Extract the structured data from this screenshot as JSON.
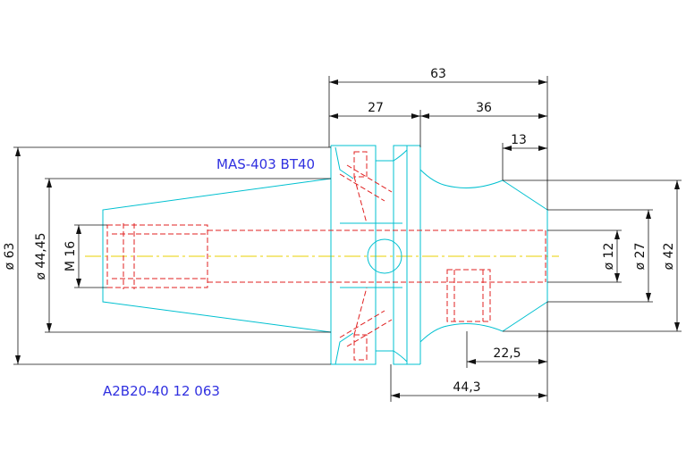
{
  "drawing": {
    "title": "MAS-403  BT40",
    "part_number": "A2B20-40  12  063"
  },
  "dimensions": {
    "overall_length": "63",
    "taper_length": "27",
    "body_length": "36",
    "nose_length": "13",
    "bore_depth": "22,5",
    "projection_length": "44,3",
    "dia_63": "ø 63",
    "dia_44_45": "ø 44,45",
    "thread_m16": "M 16",
    "dia_12": "ø 12",
    "dia_27": "ø 27",
    "dia_42": "ø 42"
  },
  "colors": {
    "outline": "#00c0d0",
    "hidden": "#e02020",
    "dimension": "#111111",
    "centerline": "#e8d000",
    "label": "#3030e0"
  }
}
